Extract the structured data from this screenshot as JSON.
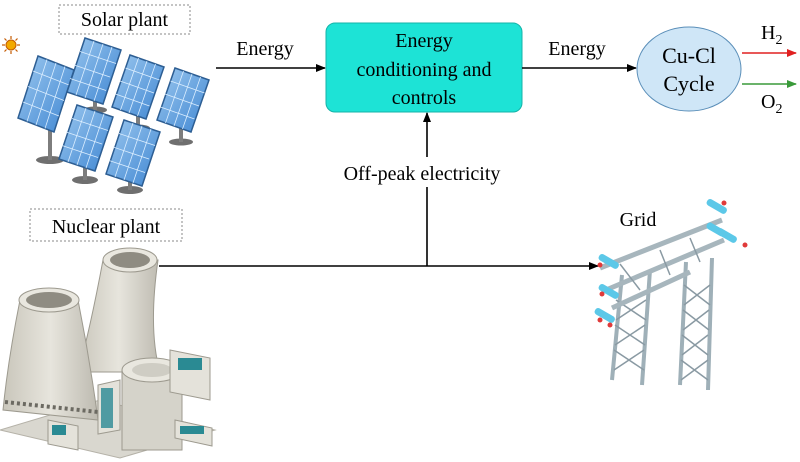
{
  "labels": {
    "solar_plant": "Solar plant",
    "nuclear_plant": "Nuclear plant",
    "grid": "Grid",
    "energy_left": "Energy",
    "energy_right": "Energy",
    "off_peak": "Off-peak electricity"
  },
  "conditioning_box": {
    "line1": "Energy",
    "line2": "conditioning and",
    "line3": "controls",
    "fill": "#1de3d6"
  },
  "cycle": {
    "line1": "Cu-Cl",
    "line2": "Cycle",
    "fill": "#cfe6f7"
  },
  "outputs": {
    "h2_base": "H",
    "h2_sub": "2",
    "h2_color": "#e02020",
    "o2_base": "O",
    "o2_sub": "2",
    "o2_color": "#3a9a3a"
  },
  "icons": [
    "sun-icon",
    "solar-panels-icon",
    "cooling-towers-icon",
    "transmission-tower-icon"
  ]
}
